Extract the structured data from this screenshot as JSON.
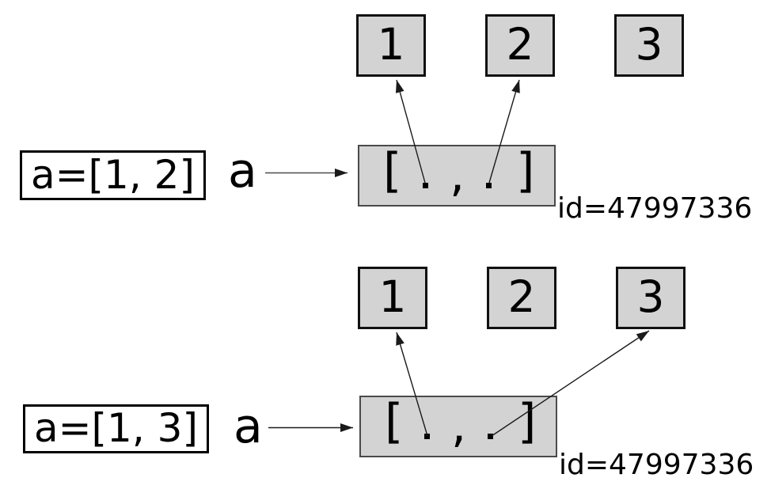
{
  "rows": [
    {
      "name": "state-before",
      "code_label": "a=[1, 2]",
      "variable_label": "a",
      "id_label": "id=47997336",
      "objects": [
        {
          "value": "1"
        },
        {
          "value": "2"
        },
        {
          "value": "3"
        }
      ],
      "list": {
        "open_bracket": "[",
        "separator": ",",
        "close_bracket": "]"
      },
      "pointers": [
        {
          "from": "cell-0",
          "to": "object-1"
        },
        {
          "from": "cell-1",
          "to": "object-2"
        }
      ]
    },
    {
      "name": "state-after",
      "code_label": "a=[1, 3]",
      "variable_label": "a",
      "id_label": "id=47997336",
      "objects": [
        {
          "value": "1"
        },
        {
          "value": "2"
        },
        {
          "value": "3"
        }
      ],
      "list": {
        "open_bracket": "[",
        "separator": ",",
        "close_bracket": "]"
      },
      "pointers": [
        {
          "from": "cell-0",
          "to": "object-1"
        },
        {
          "from": "cell-1",
          "to": "object-3"
        }
      ]
    }
  ],
  "colors": {
    "background": "#ffffff",
    "object_fill": "#d3d3d3",
    "object_border": "#111111",
    "list_border": "#4a4a4a",
    "code_box_border": "#000000",
    "arrow": "#1a1a1a",
    "text": "#000000"
  }
}
